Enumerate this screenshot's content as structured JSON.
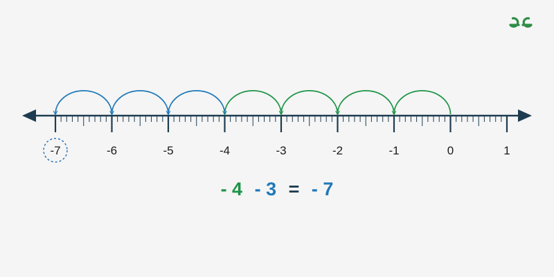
{
  "logo": {
    "icon": "gfg-logo",
    "color": "#2f8d46"
  },
  "number_line": {
    "min": -7,
    "max": 1,
    "minor_divisions": 10,
    "labels": [
      "-7",
      "-6",
      "-5",
      "-4",
      "-3",
      "-2",
      "-1",
      "0",
      "1"
    ],
    "highlighted_label": "-7",
    "line_color": "#1d3c50",
    "highlight_color": "#1f6fb2"
  },
  "jumps": {
    "first": {
      "from": 0,
      "to": -4,
      "step": -1,
      "color": "#1e9447"
    },
    "second": {
      "from": -4,
      "to": -7,
      "step": -1,
      "color": "#1f78b9"
    }
  },
  "equation": {
    "term1": "- 4",
    "term2": "- 3",
    "equals": "=",
    "result": "- 7",
    "colors": {
      "term1": "#1e9447",
      "term2": "#1f78b9",
      "equals": "#1d3c50",
      "result": "#1f78b9"
    }
  }
}
